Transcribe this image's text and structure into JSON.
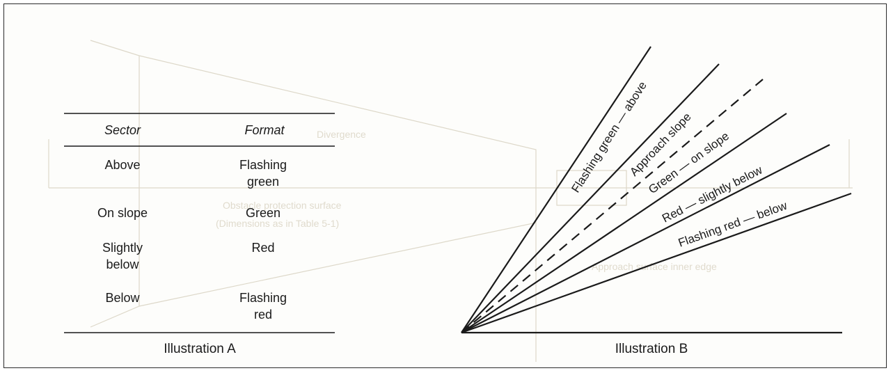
{
  "illustration_a": {
    "caption": "Illustration A",
    "headers": {
      "sector": "Sector",
      "format": "Format"
    },
    "rows": [
      {
        "sector": [
          "Above"
        ],
        "format": [
          "Flashing",
          "green"
        ]
      },
      {
        "sector": [
          "On slope"
        ],
        "format": [
          "Green"
        ]
      },
      {
        "sector": [
          "Slightly",
          "below"
        ],
        "format": [
          "Red"
        ]
      },
      {
        "sector": [
          "Below"
        ],
        "format": [
          "Flashing",
          "red"
        ]
      }
    ]
  },
  "illustration_b": {
    "caption": "Illustration B",
    "rays": [
      {
        "label": "Flashing green — above",
        "style": "solid"
      },
      {
        "label": "Approach slope",
        "style": "solid"
      },
      {
        "label": "",
        "style": "dashed"
      },
      {
        "label": "Green — on slope",
        "style": "solid"
      },
      {
        "label": "Red — slightly below",
        "style": "solid"
      },
      {
        "label": "Flashing red — below",
        "style": "solid"
      }
    ]
  },
  "background_ghost": {
    "labels": [
      "Divergence",
      "Obstacle protection surface",
      "(Dimensions as in Table 5-1)",
      "Approach surface inner edge"
    ]
  }
}
